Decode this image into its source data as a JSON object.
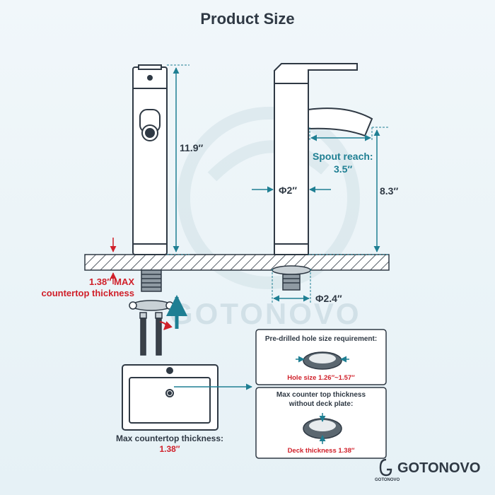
{
  "title": "Product Size",
  "dims": {
    "height_total": "11.9′′",
    "spout_reach_label": "Spout reach:",
    "spout_reach_value": "3.5″",
    "spout_height": "8.3′′",
    "body_diameter": "Φ2′′",
    "base_diameter": "Φ2.4′′"
  },
  "countertop_note": {
    "line1": "1.38″ MAX",
    "line2": "countertop thickness"
  },
  "sink_caption": {
    "line1": "Max countertop thickness:",
    "line2": "1.38″"
  },
  "box_hole": {
    "title": "Pre-drilled hole size requirement:",
    "caption": "Hole size 1.26″~1.57″"
  },
  "box_deck": {
    "title_line1": "Max counter top thickness",
    "title_line2": "without deck plate:",
    "caption": "Deck thickness 1.38″"
  },
  "brand": {
    "name": "GOTONOVO",
    "logo_text": "GOTONOVO",
    "watermark": "GOTONOVO"
  },
  "colors": {
    "teal": "#1f7f93",
    "red": "#d0202a",
    "dark": "#2f3944"
  }
}
